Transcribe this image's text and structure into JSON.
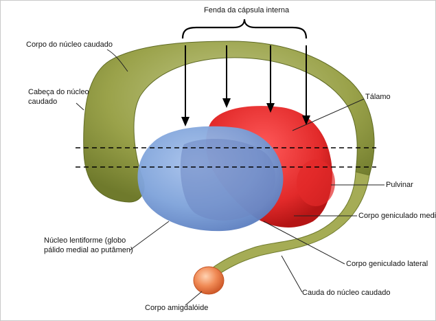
{
  "labels": {
    "fenda": "Fenda da cápsula interna",
    "corpo_caudado": "Corpo do núcleo caudado",
    "cabeca_line1": "Cabeça do núcleo",
    "cabeca_line2": "caudado",
    "talamo": "Tálamo",
    "pulvinar": "Pulvinar",
    "corpo_geniculado_medial": "Corpo geniculado medial",
    "lentiforme_line1": "Núcleo lentiforme (globo",
    "lentiforme_line2": "pálido medial ao putâmen)",
    "corpo_geniculado_lateral": "Corpo geniculado lateral",
    "cauda_caudado": "Cauda do núcleo caudado",
    "amigdaloide": "Corpo amigdalóide"
  },
  "colors": {
    "caudate": "#a5ac55",
    "caudate_dark": "#6f7a2c",
    "thalamus": "#e22a2a",
    "lentiform": "#7fa3da",
    "lentiform_dark": "#6d86c3",
    "amygdala": "#ec7d4c",
    "leader_lines": "#222222"
  }
}
